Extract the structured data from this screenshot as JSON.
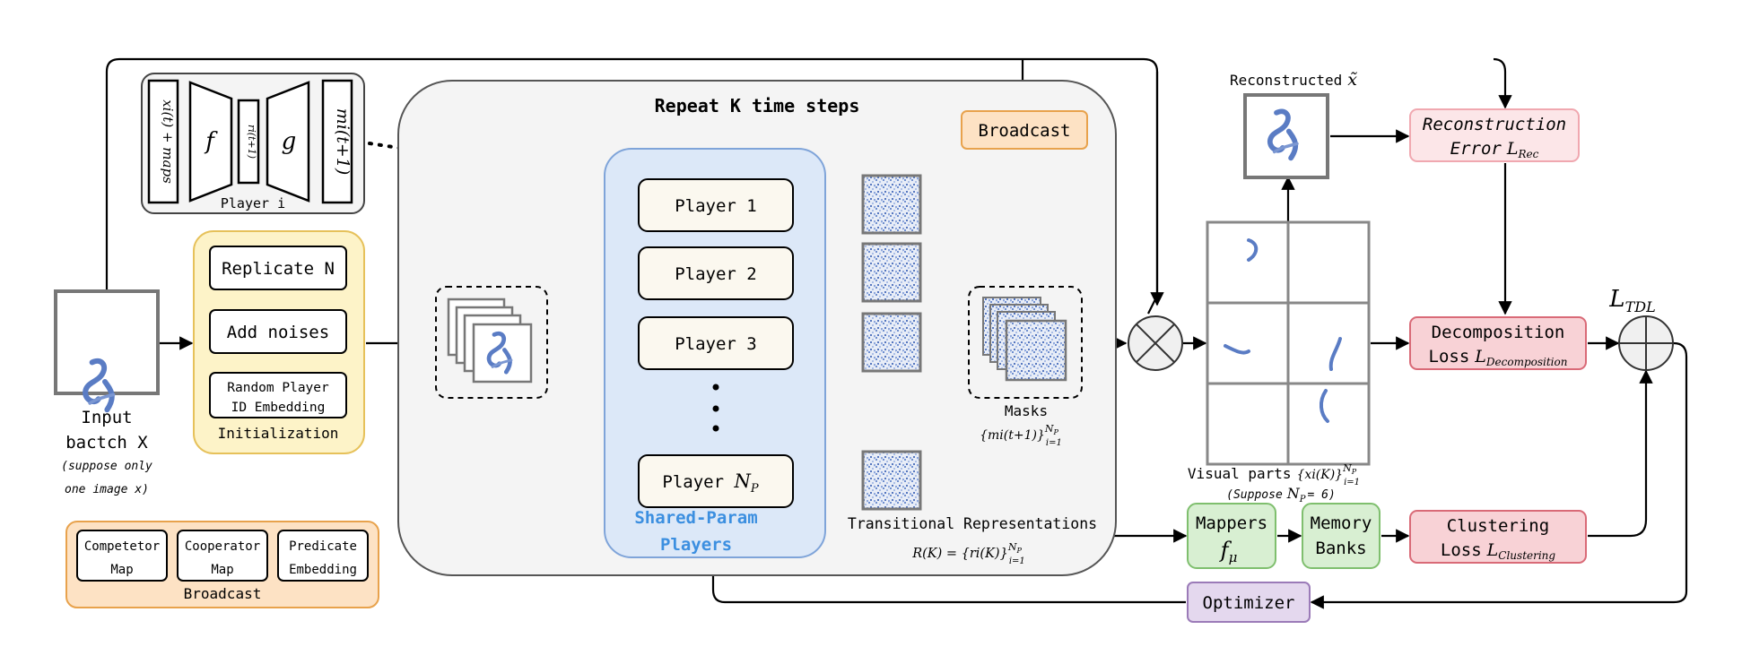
{
  "input": {
    "label_line1": "Input",
    "label_line2": "bactch X",
    "note_line1": "(suppose only",
    "note_line2": "one image x)"
  },
  "init": {
    "replicate": "Replicate N",
    "add_noises": "Add noises",
    "random_line1": "Random Player",
    "random_line2": "ID Embedding",
    "title": "Initialization"
  },
  "player_detail": {
    "input_label": "xi(t) + maps",
    "encoder": "f",
    "latent": "ri(t+1)",
    "decoder": "g",
    "output_label": "mi(t+1)",
    "caption": "Player i"
  },
  "repeat_title": "Repeat K time steps",
  "broadcast_box": "Broadcast",
  "players": [
    "Player 1",
    "Player 2",
    "Player 3"
  ],
  "player_last": {
    "text": "Player ",
    "sym": "N",
    "sub": "P"
  },
  "shared_param_line1": "Shared-Param",
  "shared_param_line2": "Players",
  "transitional": {
    "label": "Transitional Representations",
    "formula": "R(K) = {ri(K)}"
  },
  "masks": {
    "label": "Masks",
    "formula": "{mi(t+1)}"
  },
  "reconstructed": {
    "label": "Reconstructed",
    "sym": "x̃"
  },
  "visual_parts": {
    "label": "Visual parts",
    "formula": "{xi(K)}",
    "note_prefix": "(Suppose",
    "note_eq": "= 6)"
  },
  "recon_error": {
    "line1": "Reconstruction",
    "line2": "Error",
    "sym": "L",
    "sub": "Rec"
  },
  "decomposition": {
    "line1": "Decomposition",
    "line2": "Loss",
    "sym": "L",
    "sub": "Decomposition"
  },
  "clustering": {
    "line1": "Clustering",
    "line2": "Loss",
    "sym": "L",
    "sub": "Clustering"
  },
  "ltdl": {
    "sym": "L",
    "sub": "TDL"
  },
  "mappers": {
    "line1": "Mappers",
    "sym": "f",
    "sub": "μ"
  },
  "memory": {
    "line1": "Memory",
    "line2": "Banks"
  },
  "optimizer": "Optimizer",
  "broadcast_legend": {
    "competitor_line1": "Competetor",
    "competitor_line2": "Map",
    "cooperator_line1": "Cooperator",
    "cooperator_line2": "Map",
    "predicate_line1": "Predicate",
    "predicate_line2": "Embedding",
    "title": "Broadcast"
  },
  "colors": {
    "init_fill": "#fdf3c8",
    "init_stroke": "#e6c15a",
    "broadcast_fill": "#fde2c4",
    "broadcast_stroke": "#e8a24c",
    "shared_fill": "#dce8f8",
    "shared_stroke": "#7fa4d9",
    "shared_text": "#3c8fe0",
    "repeat_fill": "#f4f4f4",
    "player_fill": "#fbf8ef",
    "pink_fill": "#f8d2d6",
    "pink_stroke": "#d96a77",
    "recon_fill": "#fce6e8",
    "recon_stroke": "#f0a8b0",
    "green_fill": "#d8efd2",
    "green_stroke": "#7fbf6e",
    "purple_fill": "#e4d8ee",
    "purple_stroke": "#9b7bb8",
    "digit": "#5a7cc4"
  }
}
